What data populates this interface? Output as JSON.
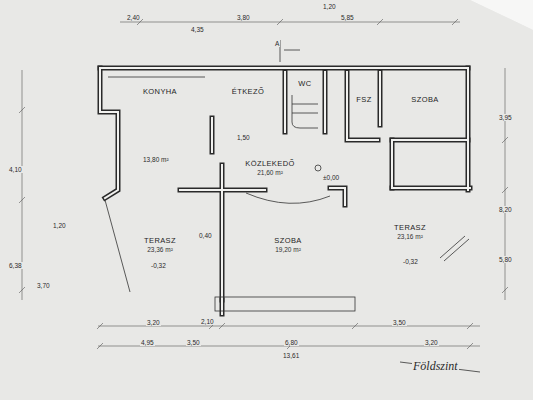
{
  "diagram": {
    "nodes": [
      {
        "text": [
          "KONYHA"
        ]
      },
      {
        "text": [
          "ÉTKEZŐ"
        ]
      },
      {
        "text": [
          "WC"
        ]
      },
      {
        "text": [
          "FSZ"
        ]
      },
      {
        "text": [
          "SZOBA"
        ]
      },
      {
        "text": [
          "KÖZLEKEDŐ",
          "21,60 m²"
        ]
      },
      {
        "text": [
          "TERASZ",
          "23,36 m²"
        ]
      },
      {
        "text": [
          "SZOBA",
          "19,20 m²"
        ]
      },
      {
        "text": [
          "TERASZ",
          "23,16 m²"
        ]
      }
    ],
    "labels": [
      "Földszint",
      "A",
      "5,85",
      "1,20",
      "3,80",
      "4,35",
      "2,40",
      "-0,32",
      "-0,32",
      "±0,00",
      "1,20",
      "6,38",
      "3,70",
      "3,20",
      "4,95",
      "3,50",
      "6,80",
      "13,61",
      "3,50",
      "3,20",
      "8,20",
      "3,95",
      "1,50",
      "0,40",
      "2,10",
      "5,80",
      "4,10",
      "13,80 m²"
    ]
  }
}
